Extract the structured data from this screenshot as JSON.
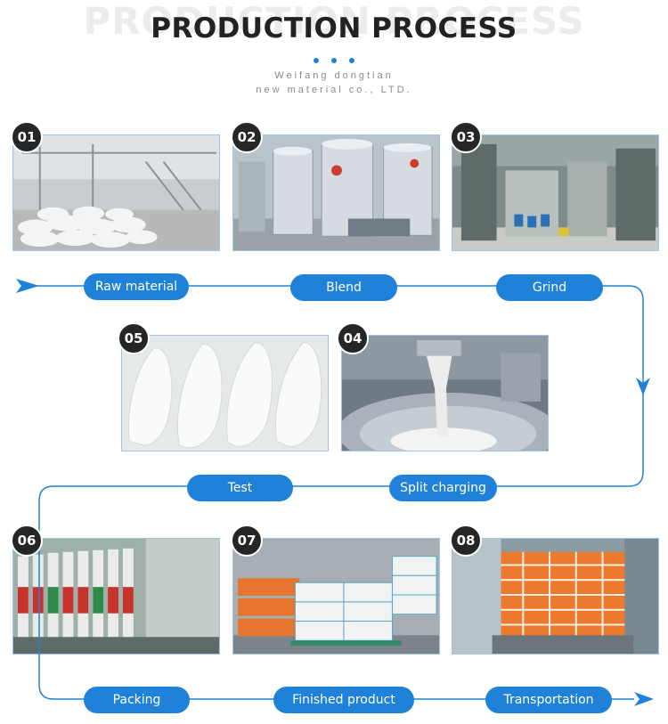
{
  "header": {
    "watermark": "PRODUCTION PROCESS",
    "title": "PRODUCTION PROCESS",
    "company_line1": "Weifang dongtian",
    "company_line2": "new material co., LTD."
  },
  "steps": [
    {
      "number": "01",
      "label": "Raw material"
    },
    {
      "number": "02",
      "label": "Blend"
    },
    {
      "number": "03",
      "label": "Grind"
    },
    {
      "number": "04",
      "label": "Split charging"
    },
    {
      "number": "05",
      "label": "Test"
    },
    {
      "number": "06",
      "label": "Packing"
    },
    {
      "number": "07",
      "label": "Finished product"
    },
    {
      "number": "08",
      "label": "Transportation"
    }
  ],
  "colors": {
    "accent": "#1f82d8",
    "badge": "#262626"
  }
}
